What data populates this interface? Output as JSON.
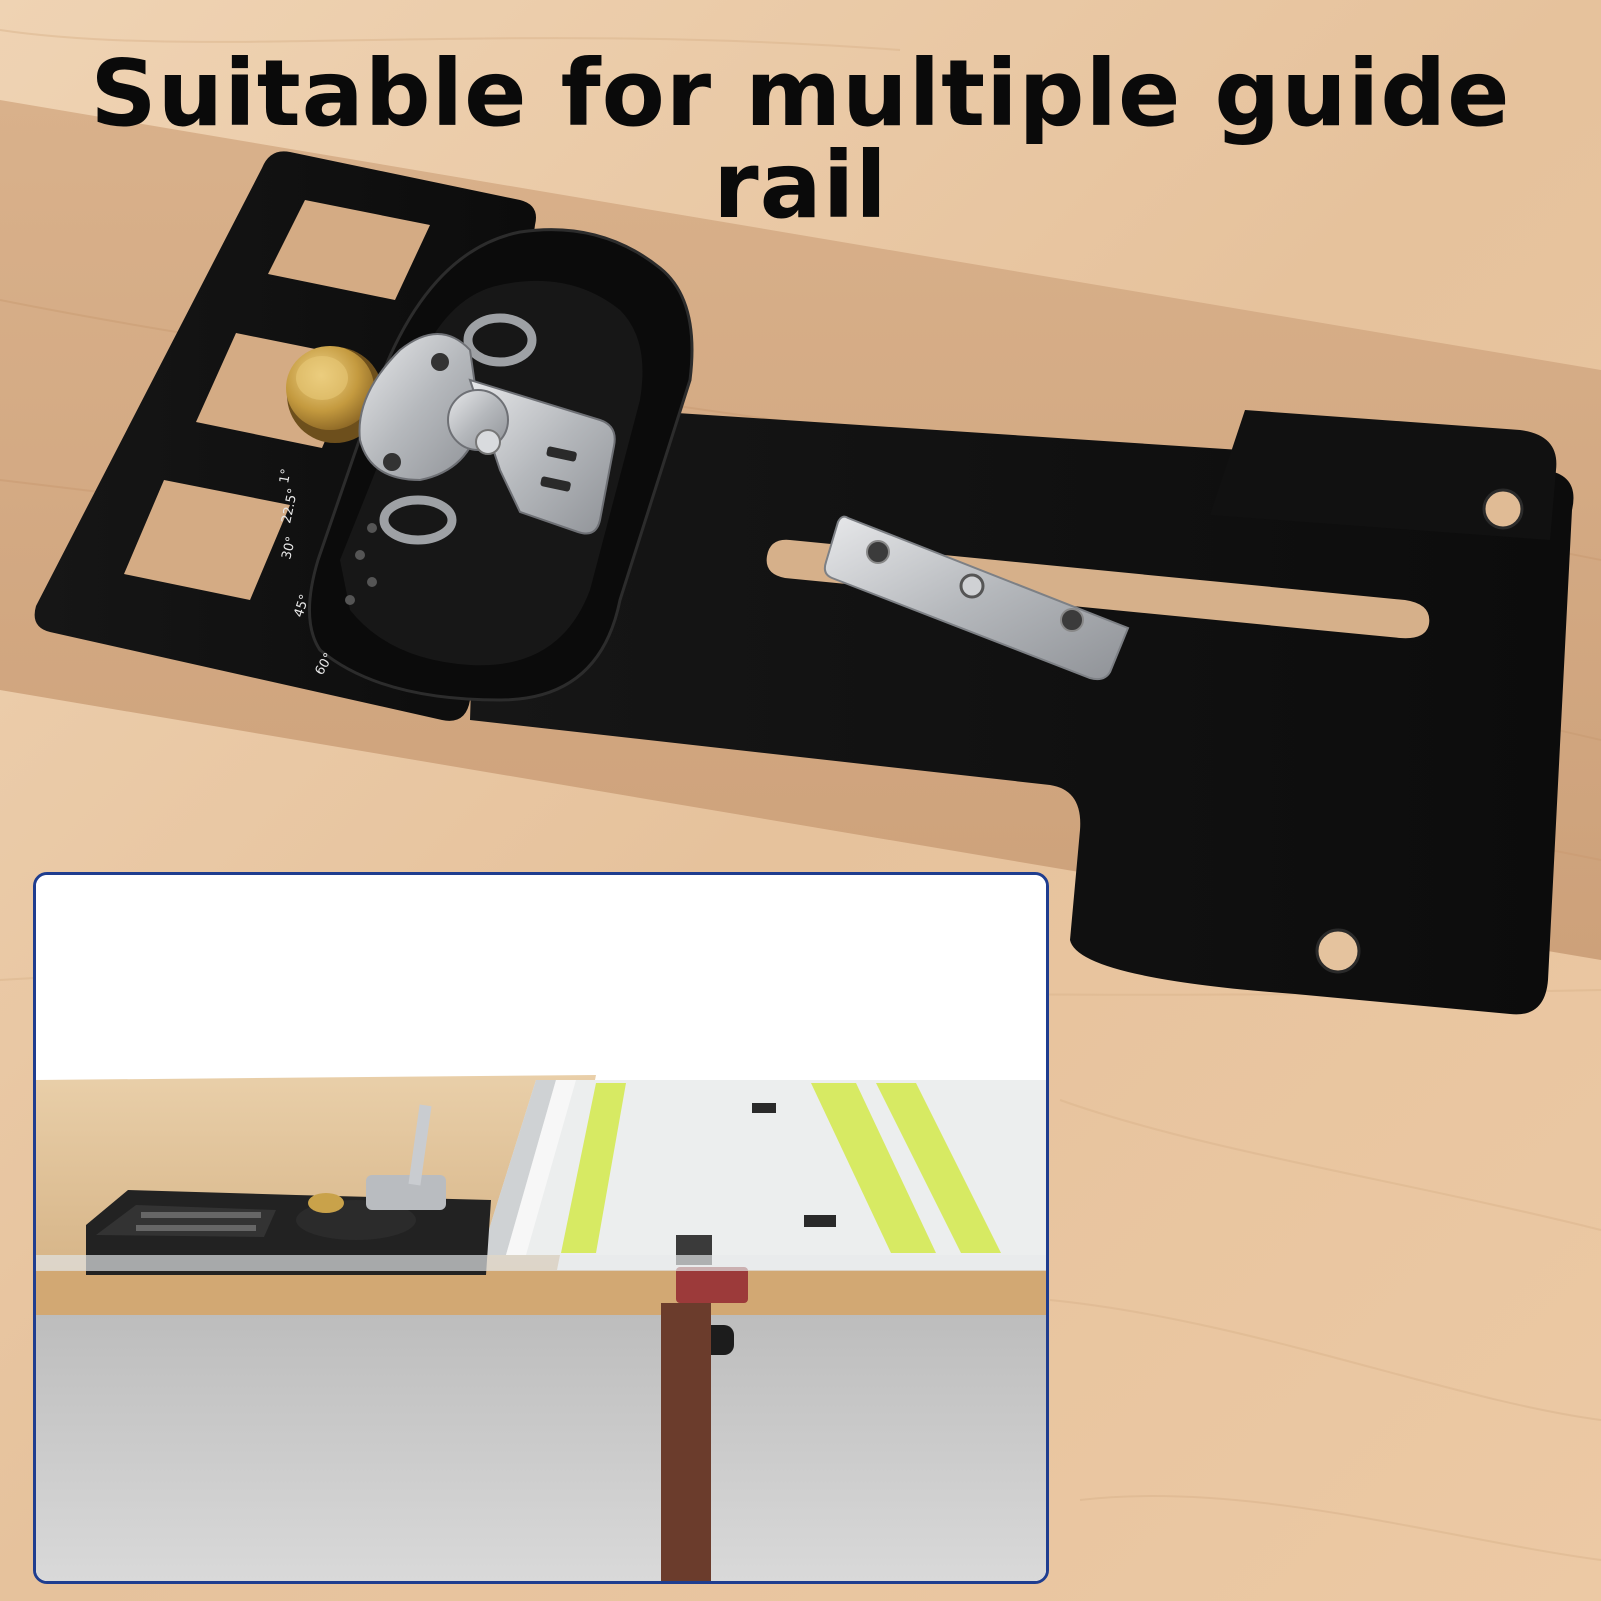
{
  "headline": "Suitable for multiple guide rail",
  "angle_scale": [
    "1°",
    "22.5°",
    "30°",
    "45°",
    "60°"
  ],
  "colors": {
    "wood_light": "#e9c9a6",
    "wood_plank": "#d4ab84",
    "plate": "#121212",
    "steel": "#b9bcc0",
    "brass": "#c9a24a",
    "inset_border": "#1f3d8f",
    "rail_stripe": "#d7ea63"
  },
  "icons": [
    "brass-knob-icon",
    "toggle-clamp-icon",
    "slider-bar-icon"
  ]
}
